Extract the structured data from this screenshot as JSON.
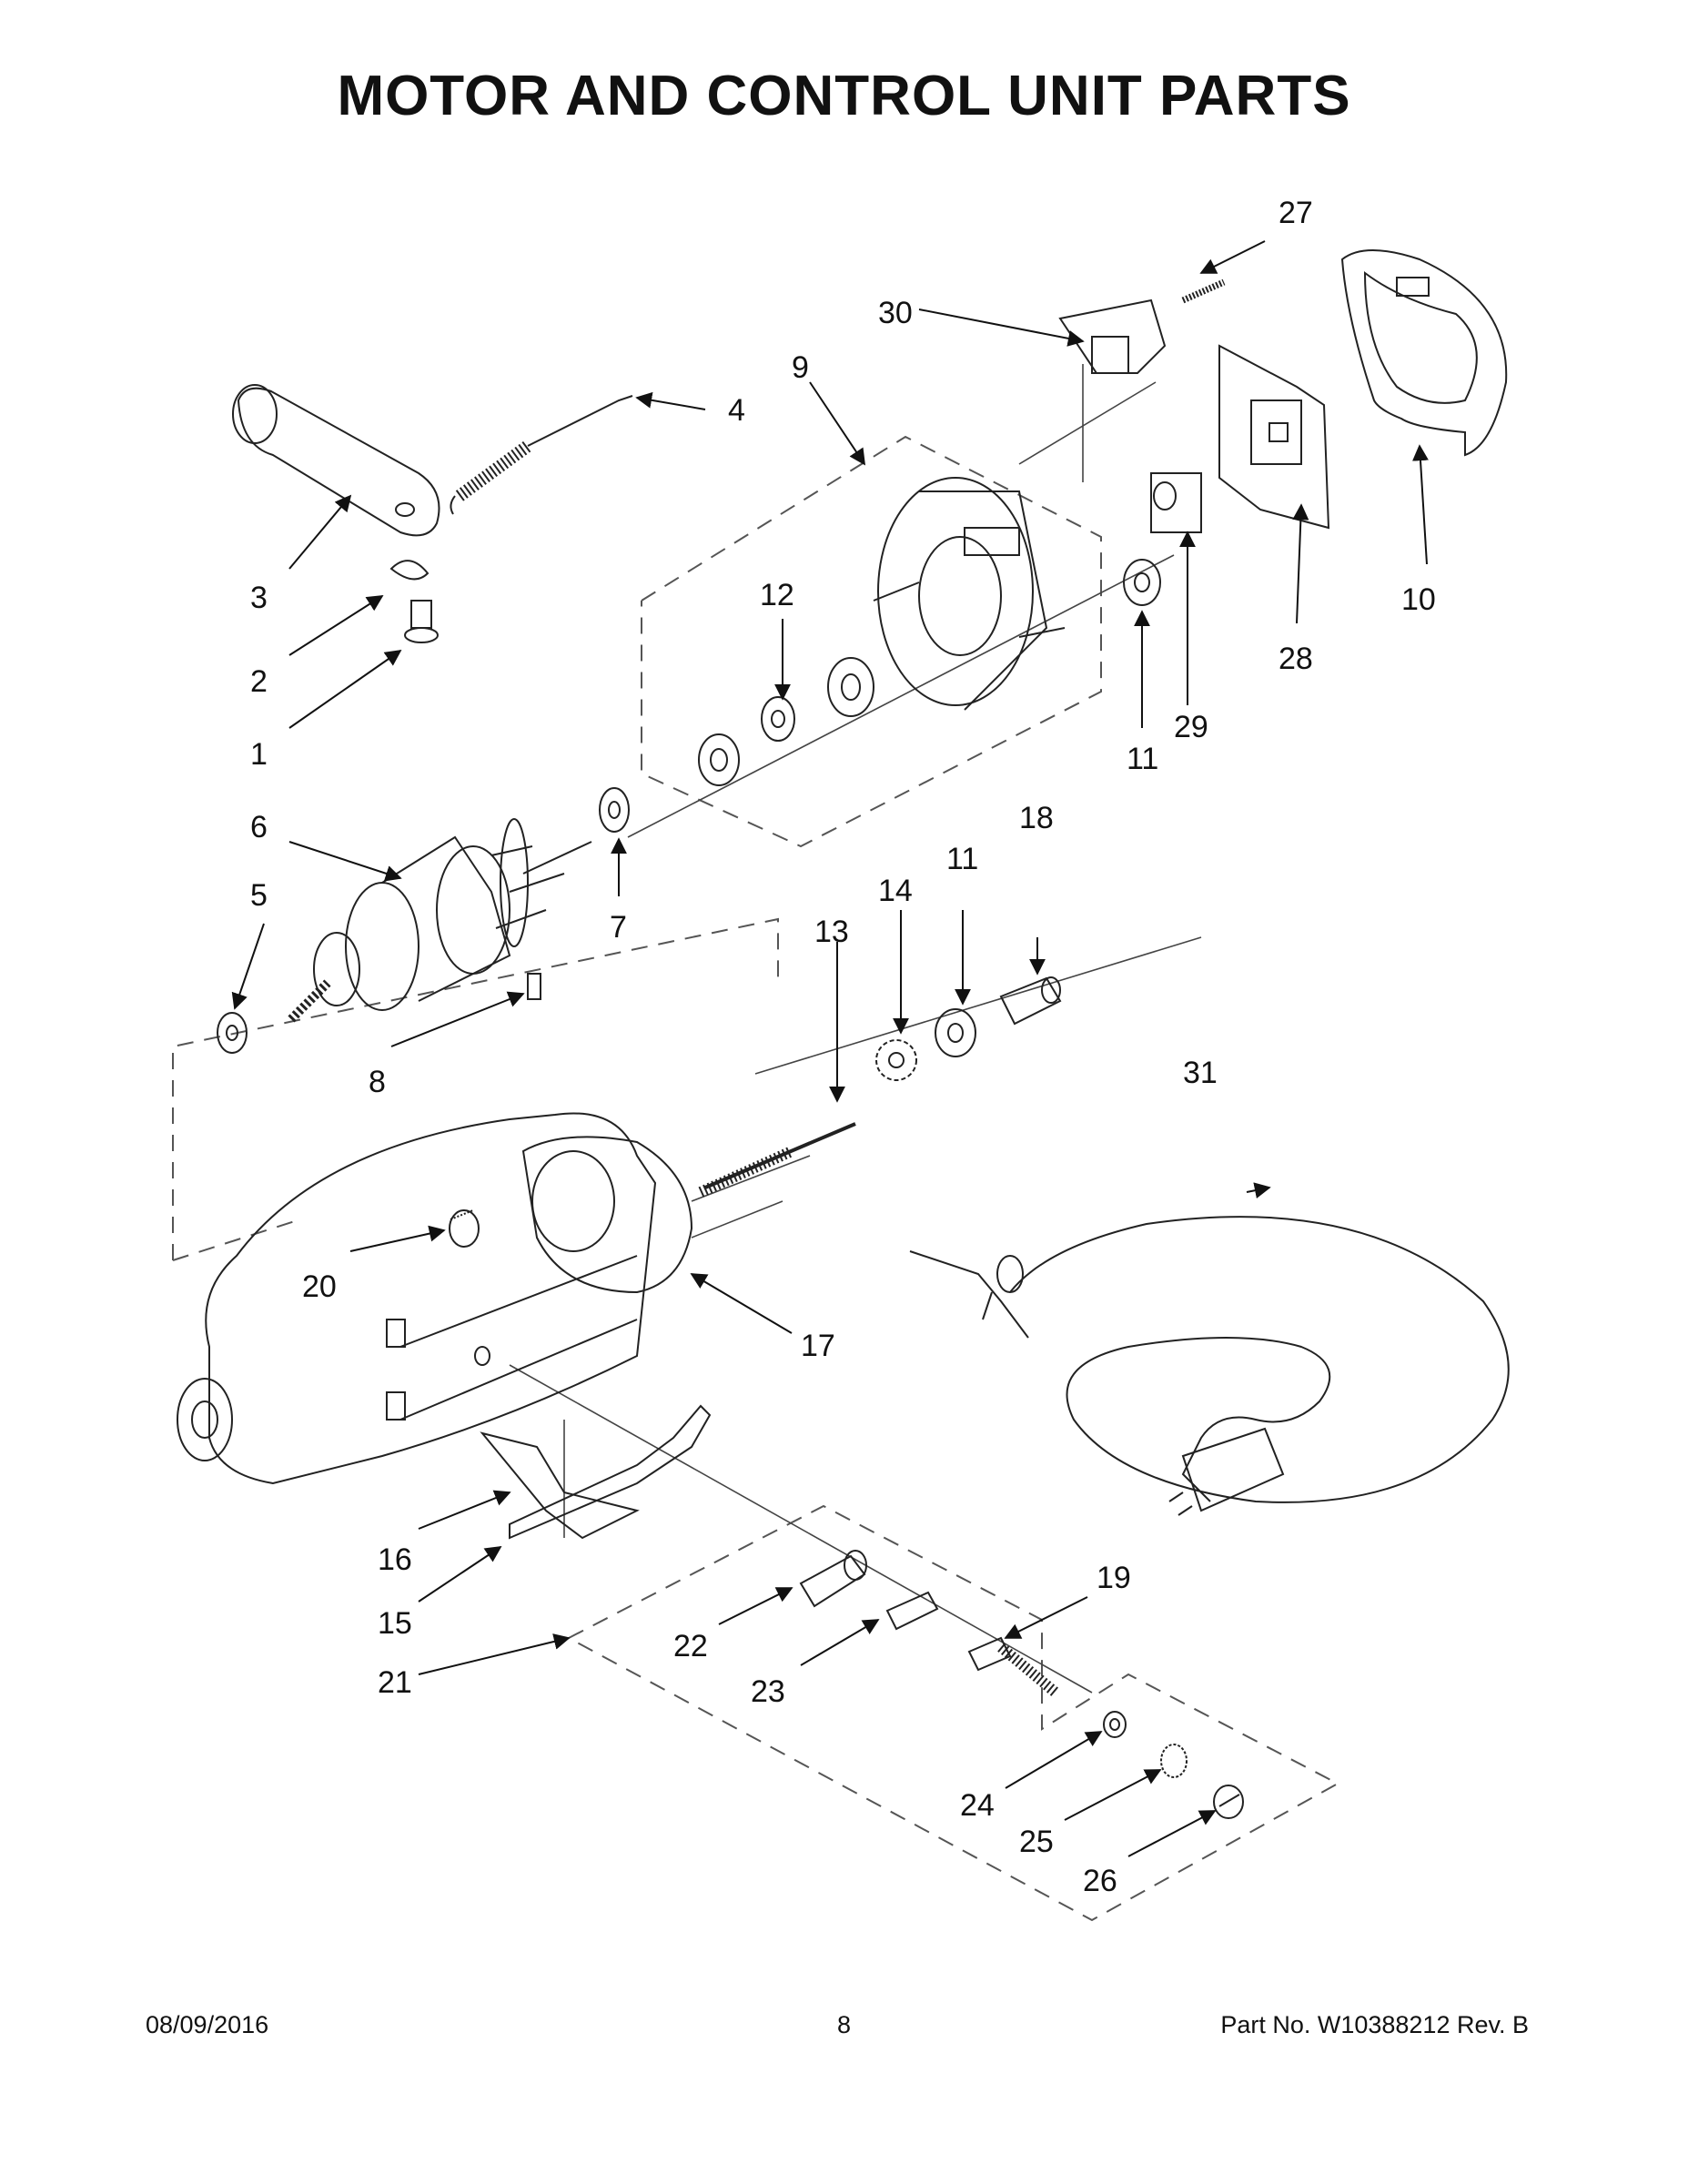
{
  "title": "MOTOR AND CONTROL UNIT PARTS",
  "callouts": {
    "c1": "1",
    "c2": "2",
    "c3": "3",
    "c4": "4",
    "c5": "5",
    "c6": "6",
    "c7": "7",
    "c8": "8",
    "c9": "9",
    "c10": "10",
    "c11a": "11",
    "c11b": "11",
    "c12": "12",
    "c13": "13",
    "c14": "14",
    "c15": "15",
    "c16": "16",
    "c17": "17",
    "c18": "18",
    "c19": "19",
    "c20": "20",
    "c21": "21",
    "c22": "22",
    "c23": "23",
    "c24": "24",
    "c25": "25",
    "c26": "26",
    "c27": "27",
    "c28": "28",
    "c29": "29",
    "c30": "30",
    "c31": "31"
  },
  "footer": {
    "date": "08/09/2016",
    "page": "8",
    "part_no": "Part No.  W10388212  Rev.  B"
  }
}
